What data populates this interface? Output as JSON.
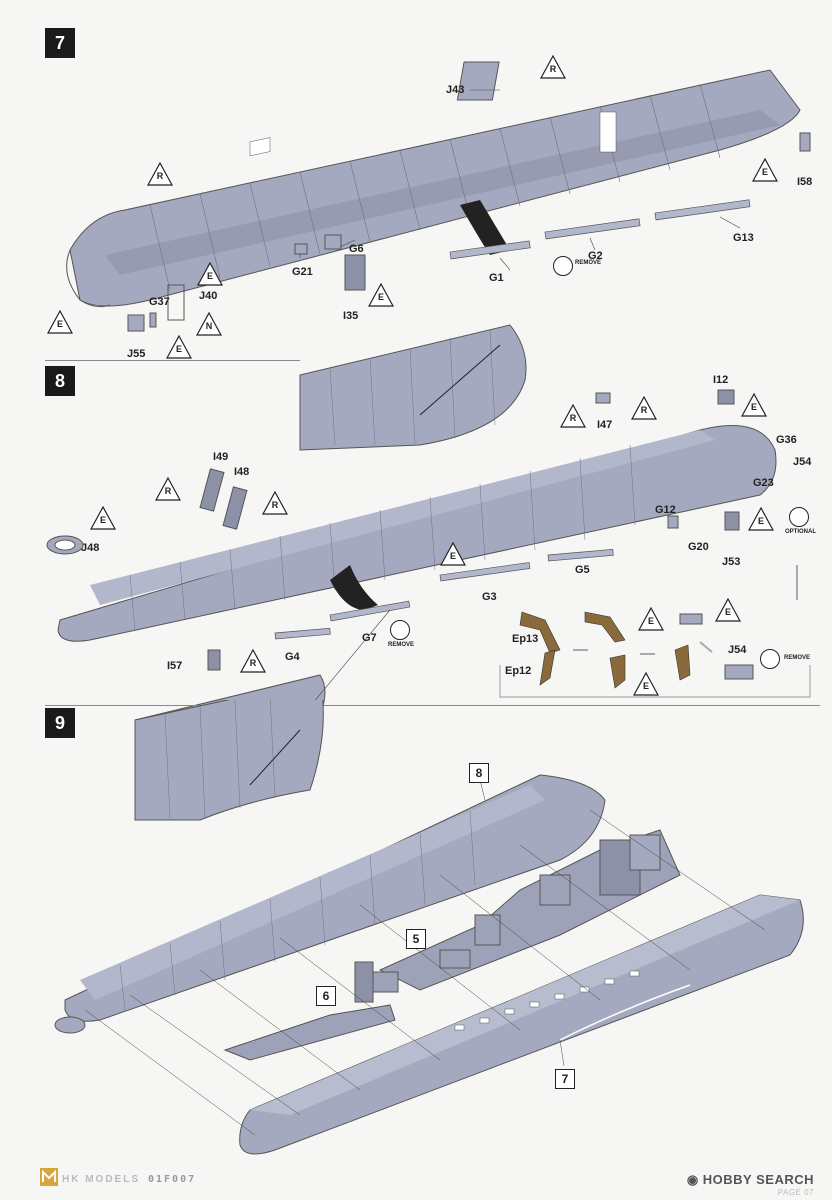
{
  "steps": [
    {
      "number": "7"
    },
    {
      "number": "8"
    },
    {
      "number": "9"
    }
  ],
  "markers": {
    "r": "R",
    "e": "E",
    "n": "N"
  },
  "step7": {
    "parts": {
      "j43": "J43",
      "i58": "I58",
      "g13": "G13",
      "g2": "G2",
      "g1": "G1",
      "g6": "G6",
      "g21": "G21",
      "j40": "J40",
      "g37": "G37",
      "i35": "I35",
      "j55": "J55"
    }
  },
  "step8": {
    "parts": {
      "i12": "I12",
      "i47": "I47",
      "g36": "G36",
      "j54": "J54",
      "g23": "G23",
      "i49": "I49",
      "i48": "I48",
      "j48": "J48",
      "g12": "G12",
      "g20": "G20",
      "j53": "J53",
      "g5": "G5",
      "g3": "G3",
      "g7": "G7",
      "g4": "G4",
      "i57": "I57",
      "ep13": "Ep13",
      "ep12": "Ep12",
      "j54b": "J54"
    }
  },
  "step9": {
    "refs": {
      "r8": "8",
      "r5": "5",
      "r6": "6",
      "r7": "7"
    }
  },
  "symbols": {
    "remove": "REMOVE",
    "optional": "OPTIONAL"
  },
  "footer": {
    "brand_left": "HK MODELS",
    "code": "01F007",
    "watermark": "HOBBY SEARCH",
    "page": "PAGE 07"
  },
  "colors": {
    "hull": "#a5a9bf",
    "hull_dark": "#7f849c",
    "etch": "#8a6a3a"
  }
}
